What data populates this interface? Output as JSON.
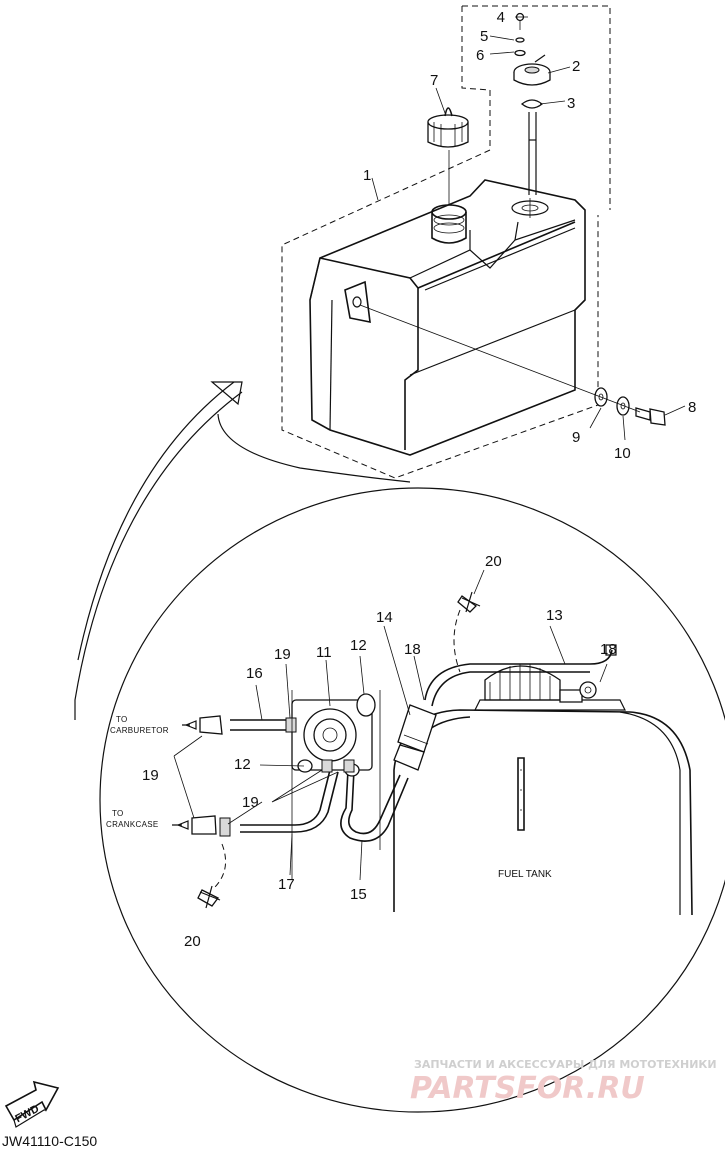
{
  "callouts": {
    "p1": "1",
    "p2": "2",
    "p3": "3",
    "p4": "4",
    "p5": "5",
    "p6": "6",
    "p7": "7",
    "p8": "8",
    "p9": "9",
    "p10": "10",
    "p11": "11",
    "p12a": "12",
    "p12b": "12",
    "p13": "13",
    "p14": "14",
    "p15": "15",
    "p16": "16",
    "p17": "17",
    "p18a": "18",
    "p18b": "18",
    "p19a": "19",
    "p19b": "19",
    "p19c": "19",
    "p20a": "20",
    "p20b": "20"
  },
  "labels": {
    "to_carburetor_1": "TO",
    "to_carburetor_2": "CARBURETOR",
    "to_crankcase_1": "TO",
    "to_crankcase_2": "CRANKCASE",
    "fuel_tank": "FUEL TANK",
    "fwd": "FWD",
    "diagram_code": "JW41110-C150"
  },
  "watermark": {
    "top": "ЗАПЧАСТИ И АКСЕССУАРЫ ДЛЯ МОТОТЕХНИКИ",
    "main": "PARTSFOR.RU"
  }
}
